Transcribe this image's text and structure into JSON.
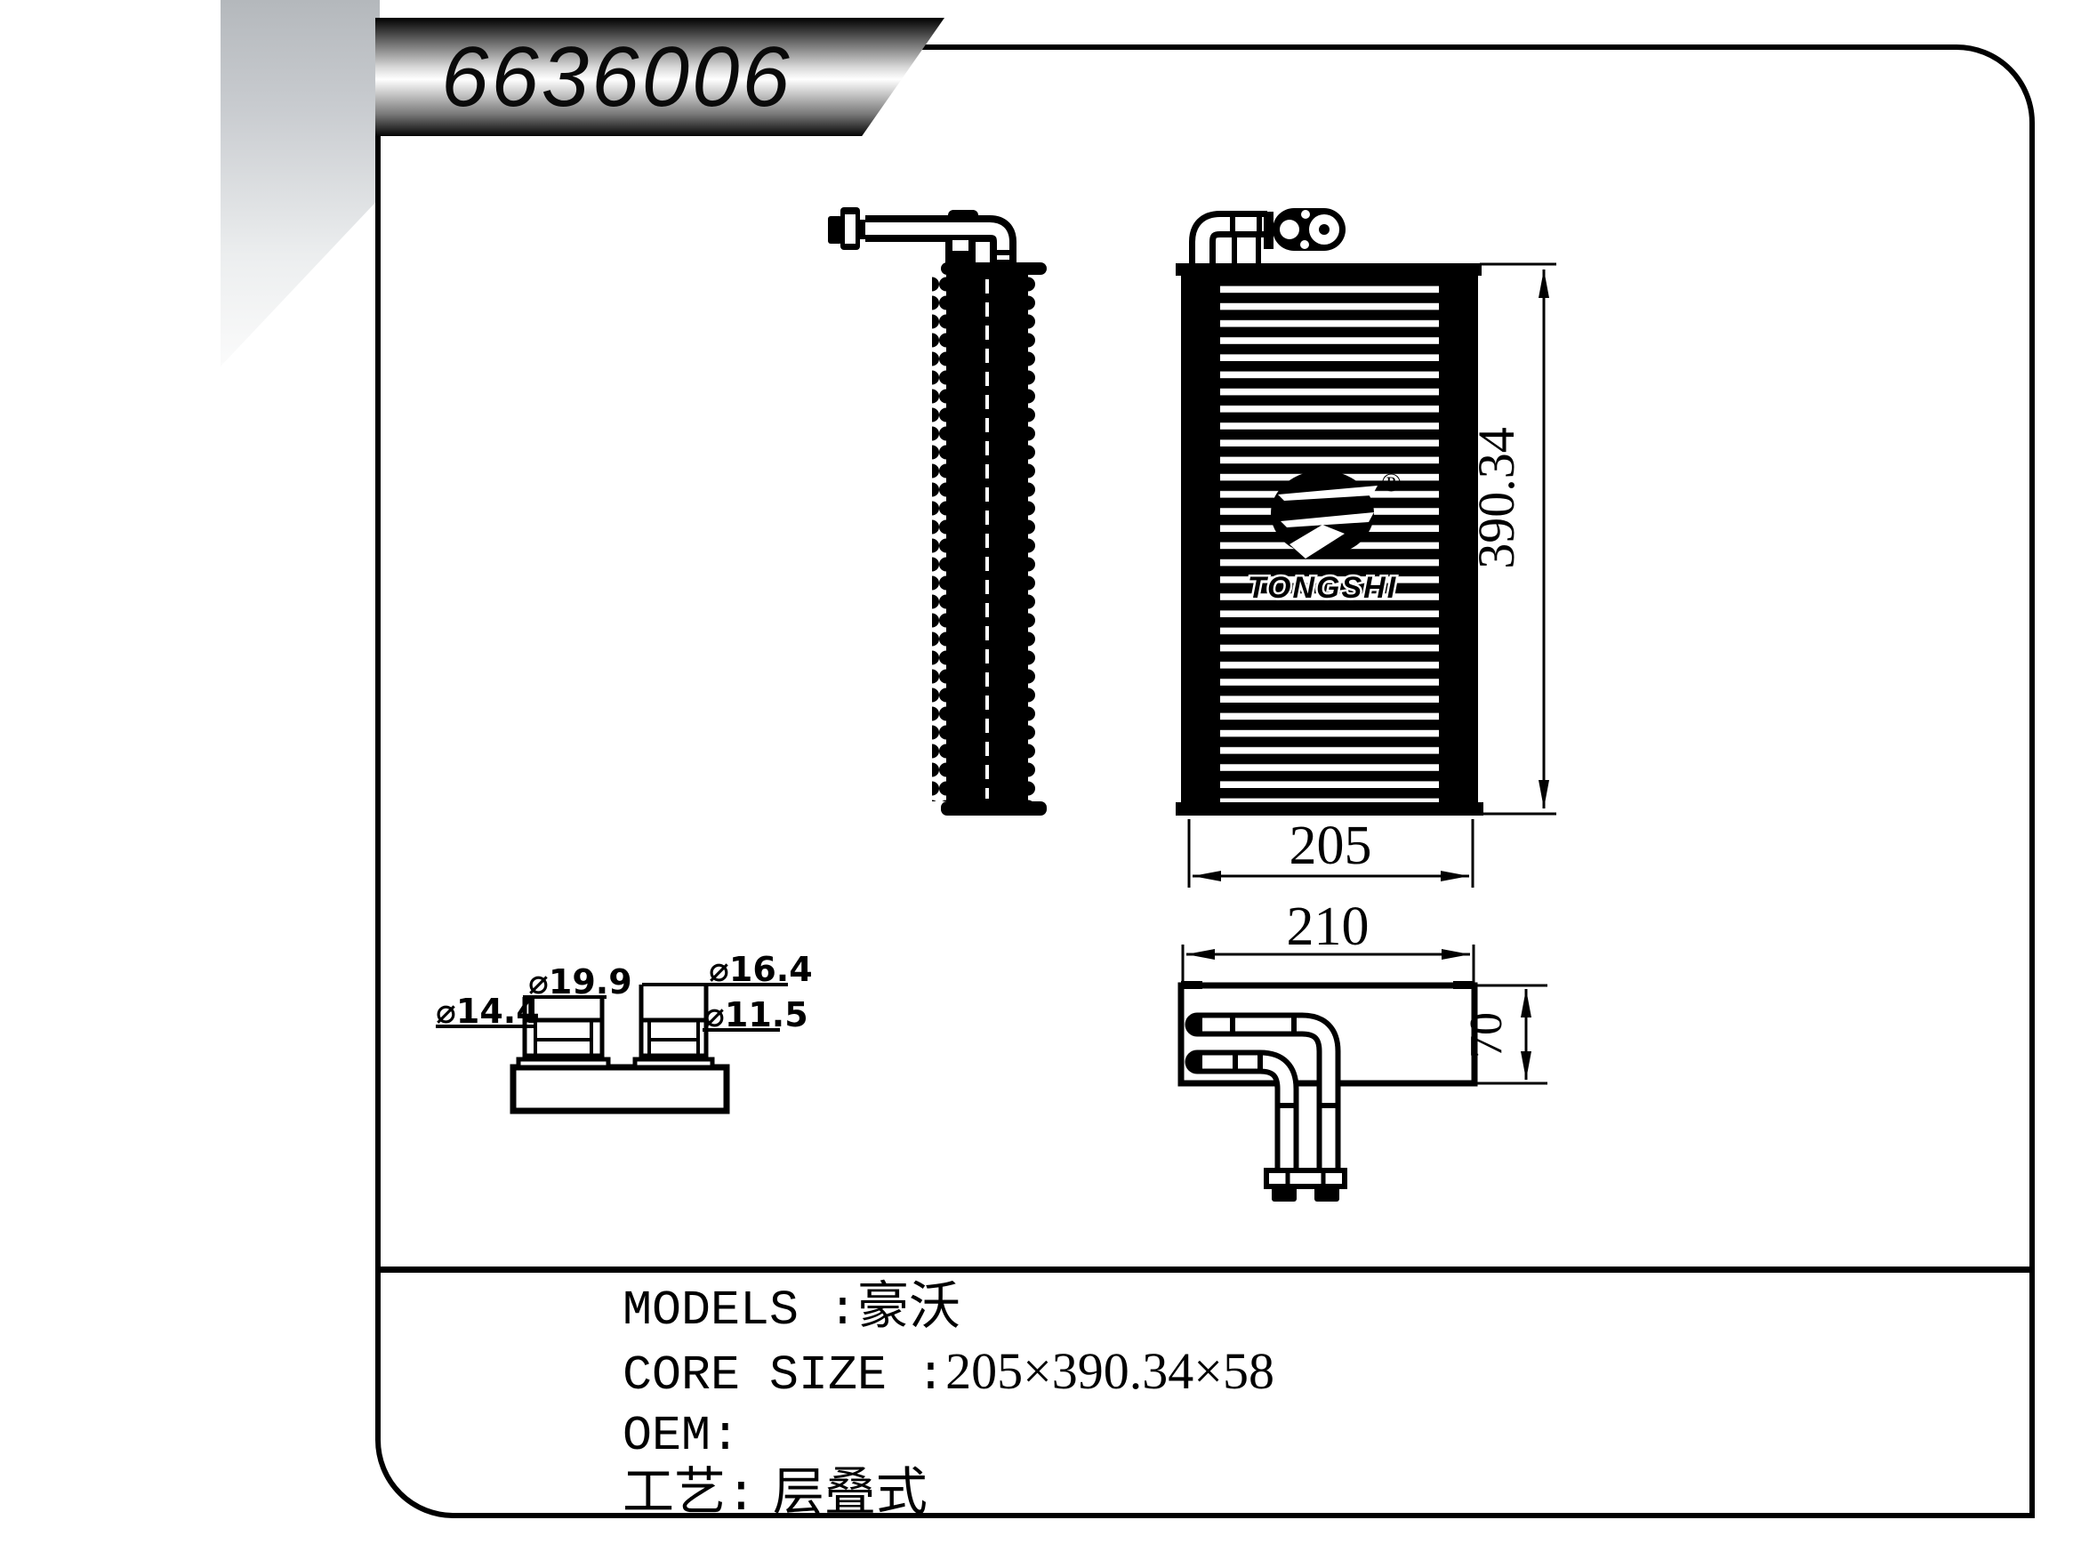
{
  "banner": {
    "part_number": "6636006"
  },
  "logo": {
    "brand": "TONGSHI",
    "registered": "®"
  },
  "dimensions": {
    "core_height": "390.34",
    "core_width": "205",
    "assembly_width": "210",
    "assembly_depth": "70",
    "port_dia_outer_left": "⌀14.4",
    "port_dia_top_left": "⌀19.9",
    "port_dia_top_right": "⌀16.4",
    "port_dia_outer_right": "⌀11.5"
  },
  "specs": {
    "models_label": "MODELS :",
    "models_value": "豪沃",
    "core_size_label": "CORE SIZE :",
    "core_size_value": "205×390.34×58",
    "oem_label": "OEM:",
    "oem_value": "",
    "process_label": "工艺:",
    "process_value": "层叠式"
  }
}
